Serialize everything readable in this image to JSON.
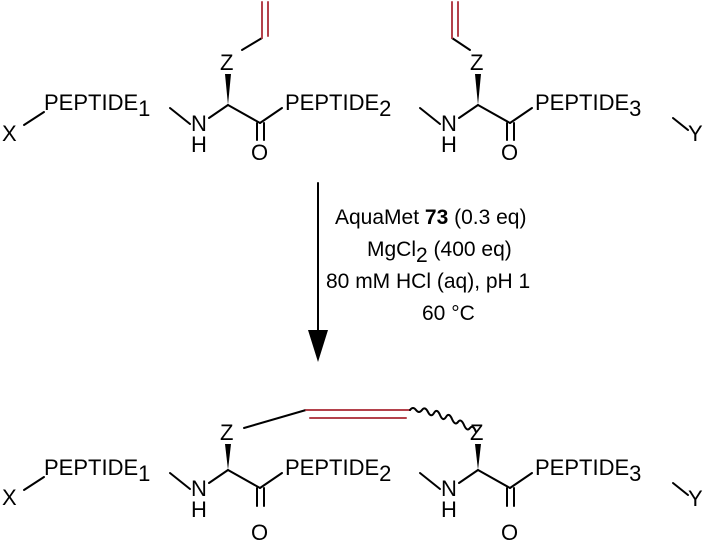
{
  "colors": {
    "bond": "#000000",
    "alkene": "#b4414b",
    "text": "#000000"
  },
  "start": {
    "x_group": "X",
    "peptide1": "PEPTIDE",
    "peptide1_sub": "1",
    "peptide2": "PEPTIDE",
    "peptide2_sub": "2",
    "peptide3": "PEPTIDE",
    "peptide3_sub": "3",
    "y_group": "Y",
    "nh_n": "N",
    "nh_h": "H",
    "carbonyl_o": "O",
    "linker_z": "Z"
  },
  "conditions": {
    "catalyst_name": "AquaMet",
    "catalyst_number": "73",
    "catalyst_amount": "(0.3 eq)",
    "salt_main": "MgCl",
    "salt_sub": "2",
    "salt_amount": "(400 eq)",
    "acid": "80 mM HCl (aq), pH 1",
    "temperature": "60 °C"
  },
  "product": {
    "x_group": "X",
    "peptide1": "PEPTIDE",
    "peptide1_sub": "1",
    "peptide2": "PEPTIDE",
    "peptide2_sub": "2",
    "peptide3": "PEPTIDE",
    "peptide3_sub": "3",
    "y_group": "Y",
    "nh_n": "N",
    "nh_h": "H",
    "carbonyl_o": "O",
    "linker_z": "Z"
  }
}
